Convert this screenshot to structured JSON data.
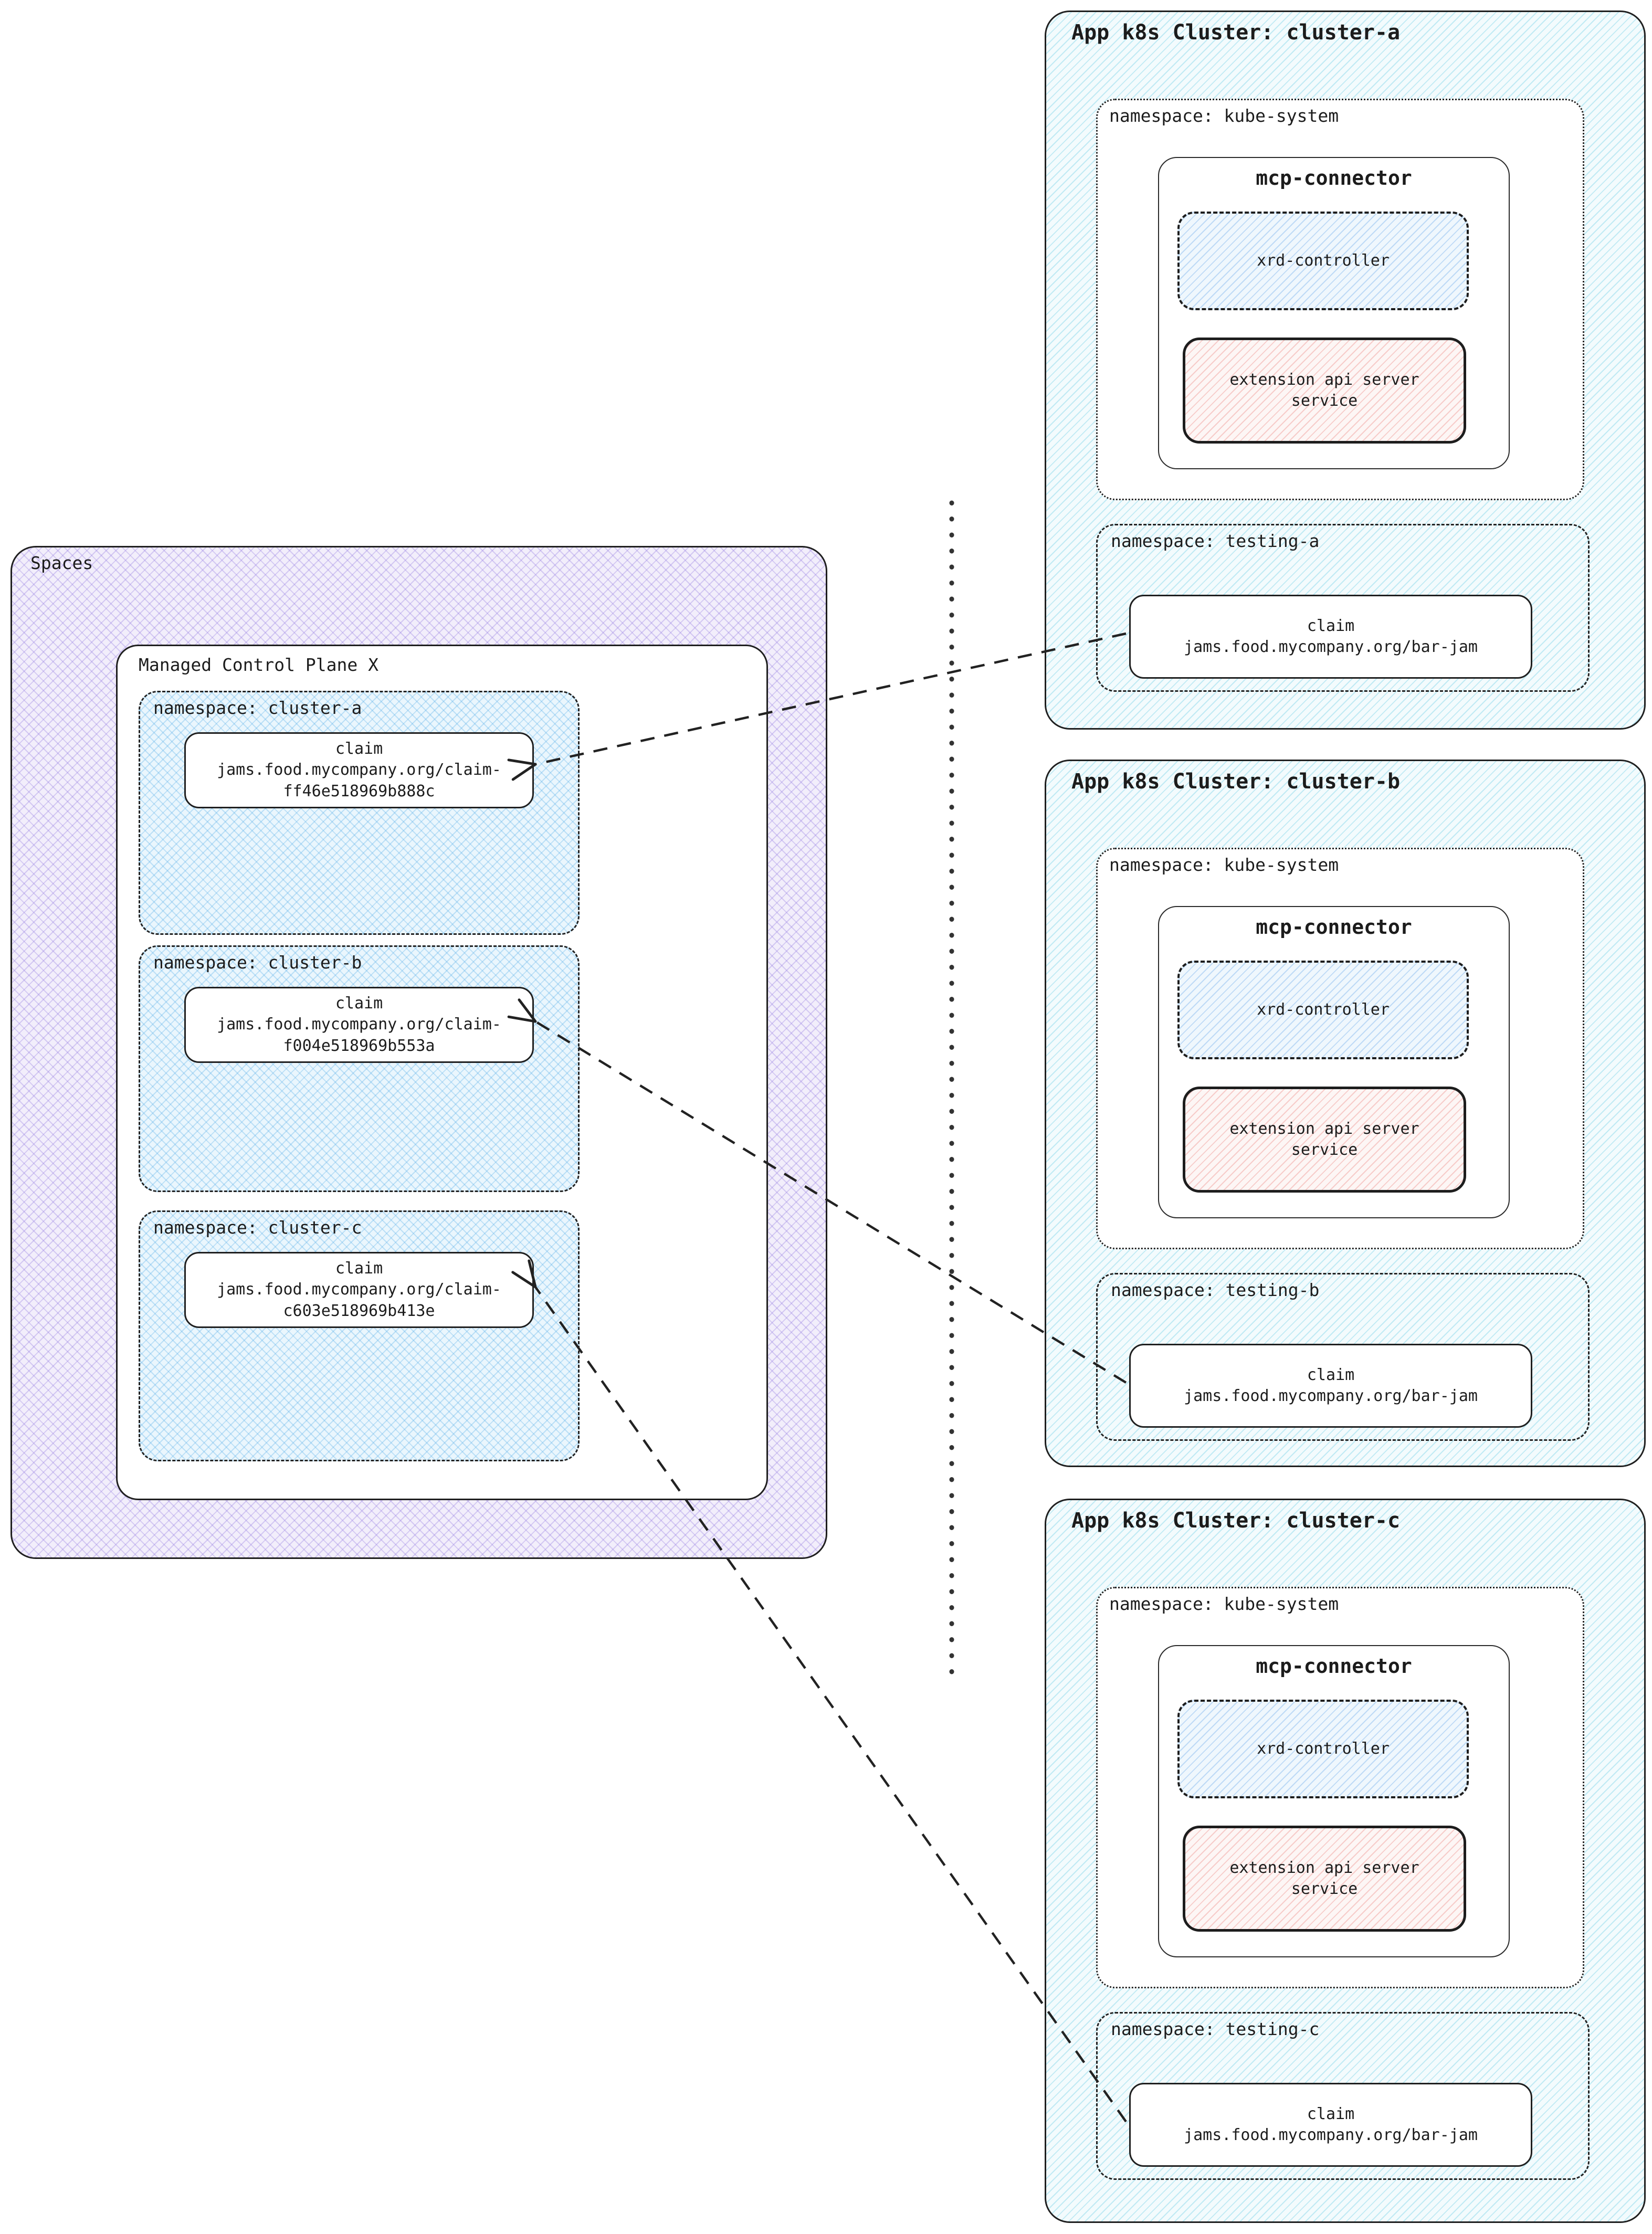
{
  "left": {
    "spaces_label": "Spaces",
    "mcp_label": "Managed Control Plane X",
    "namespaces": [
      {
        "label": "namespace: cluster-a",
        "claim_title": "claim",
        "claim_line1": "jams.food.mycompany.org/claim-",
        "claim_line2": "ff46e518969b888c"
      },
      {
        "label": "namespace: cluster-b",
        "claim_title": "claim",
        "claim_line1": "jams.food.mycompany.org/claim-",
        "claim_line2": "f004e518969b553a"
      },
      {
        "label": "namespace: cluster-c",
        "claim_title": "claim",
        "claim_line1": "jams.food.mycompany.org/claim-",
        "claim_line2": "c603e518969b413e"
      }
    ]
  },
  "clusters": [
    {
      "title": "App k8s Cluster: cluster-a",
      "ns_kube_label": "namespace: kube-system",
      "mcp_connector_title": "mcp-connector",
      "xrd_label": "xrd-controller",
      "ext_line1": "extension api server",
      "ext_line2": "service",
      "testing_label": "namespace: testing-a",
      "claim_title": "claim",
      "claim_line": "jams.food.mycompany.org/bar-jam"
    },
    {
      "title": "App k8s Cluster: cluster-b",
      "ns_kube_label": "namespace: kube-system",
      "mcp_connector_title": "mcp-connector",
      "xrd_label": "xrd-controller",
      "ext_line1": "extension api server",
      "ext_line2": "service",
      "testing_label": "namespace: testing-b",
      "claim_title": "claim",
      "claim_line": "jams.food.mycompany.org/bar-jam"
    },
    {
      "title": "App k8s Cluster: cluster-c",
      "ns_kube_label": "namespace: kube-system",
      "mcp_connector_title": "mcp-connector",
      "xrd_label": "xrd-controller",
      "ext_line1": "extension api server",
      "ext_line2": "service",
      "testing_label": "namespace: testing-c",
      "claim_title": "claim",
      "claim_line": "jams.food.mycompany.org/bar-jam"
    }
  ],
  "colors": {
    "ink": "#1c1c1c",
    "accent_purple": "#9279e0",
    "accent_blue": "#50aae6",
    "accent_cyan": "#5ac8e1",
    "accent_red": "#eb827d"
  }
}
